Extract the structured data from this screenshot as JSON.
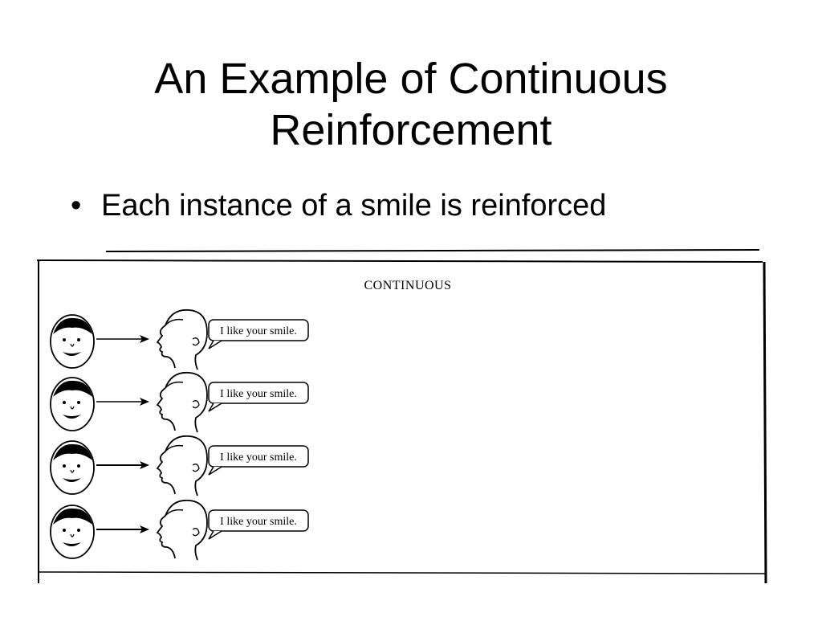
{
  "slide": {
    "title_line1": "An Example of Continuous",
    "title_line2": "Reinforcement",
    "bullet_marker": "•",
    "bullet_text": "Each instance of a smile is reinforced"
  },
  "figure": {
    "heading": "CONTINUOUS",
    "rows": [
      {
        "speech": "I like your smile."
      },
      {
        "speech": "I like your smile."
      },
      {
        "speech": "I like your smile."
      },
      {
        "speech": "I like your smile."
      }
    ]
  }
}
